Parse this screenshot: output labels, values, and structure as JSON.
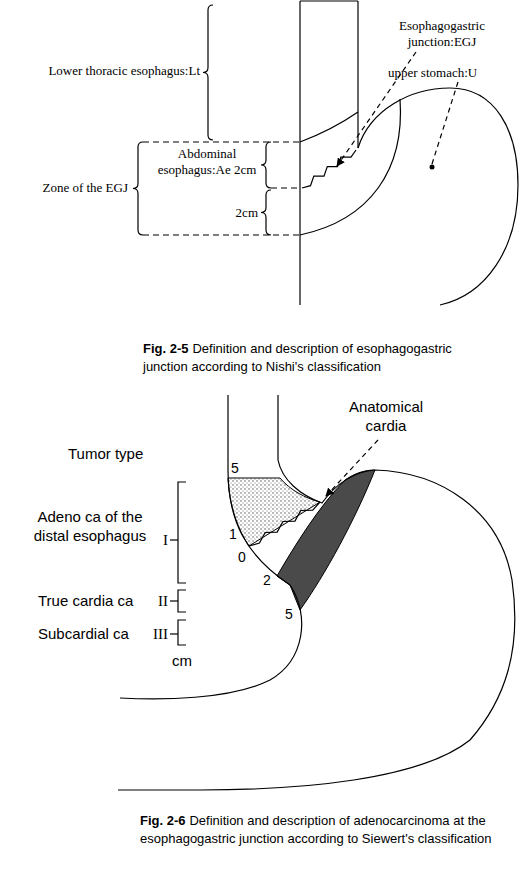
{
  "diagram": {
    "labels": [
      "Lower thoracic esophagus:Lt",
      "Esophagogastric junction:EGJ",
      "upper stomach:U",
      "Abdominal esophagus:Ae 2cm",
      "Zone of the EGJ",
      "2cm",
      "Fig. 2-5",
      "Definition and description of esophagogastric junction according to Nishi's classification",
      "Anatomical cardia",
      "Tumor type",
      "Adeno ca of the distal esophagus",
      "I",
      "True cardia ca",
      "II",
      "Subcardial ca",
      "III",
      "cm",
      "5",
      "1",
      "0",
      "2",
      "5",
      "Fig. 2-6",
      "Definition and description of adenocarcinoma at the esophagogastric junction according to Siewert's classification"
    ]
  }
}
